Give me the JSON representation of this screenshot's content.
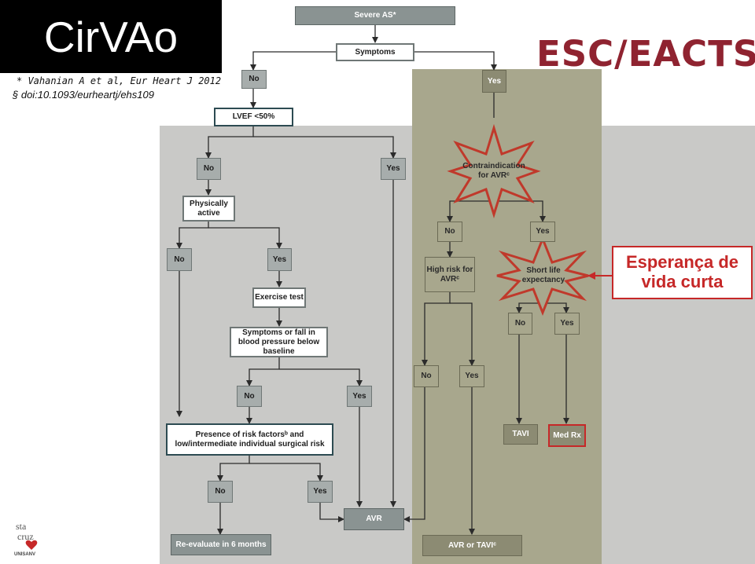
{
  "header": {
    "title": "CirVAo",
    "reference_line1": "* Vahanian A et al, Eur Heart J 2012",
    "reference_line2": "§ doi:10.1093/eurheartj/ehs109",
    "guideline": "ESC/EACTS"
  },
  "callout": {
    "text": "Esperança de vida curta"
  },
  "flowchart": {
    "severe_as": "Severe AS*",
    "symptoms": "Symptoms",
    "no_symptoms": "No",
    "yes_symptoms": "Yes",
    "lvef": "LVEF <50%",
    "lvef_no": "No",
    "lvef_yes": "Yes",
    "physically_active": "Physically active",
    "active_no": "No",
    "active_yes": "Yes",
    "exercise_test": "Exercise test",
    "symptoms_bp": "Symptoms or fall in blood pressure below baseline",
    "bp_no": "No",
    "bp_yes": "Yes",
    "risk_factors": "Presence of risk factorsᵇ and low/intermediate individual surgical risk",
    "risk_no": "No",
    "risk_yes": "Yes",
    "reevaluate": "Re-evaluate in 6 months",
    "avr": "AVR",
    "contraindication": "Contraindication for AVRᶜ",
    "contra_no": "No",
    "contra_yes": "Yes",
    "high_risk": "High risk for AVRᶜ",
    "high_risk_no": "No",
    "high_risk_yes": "Yes",
    "short_life": "Short life expectancy",
    "short_no": "No",
    "short_yes": "Yes",
    "tavi": "TAVI",
    "med_rx": "Med Rx",
    "avr_or_tavi": "AVR or TAVIᶜ"
  },
  "logo": {
    "text": "sta cruz",
    "caption": "UNISANV"
  },
  "colors": {
    "node_dark": "#8a9392",
    "green_panel": "#a8a78d",
    "star_red": "#c0392b",
    "title_red": "#8f2330",
    "callout_red": "#c62828"
  }
}
